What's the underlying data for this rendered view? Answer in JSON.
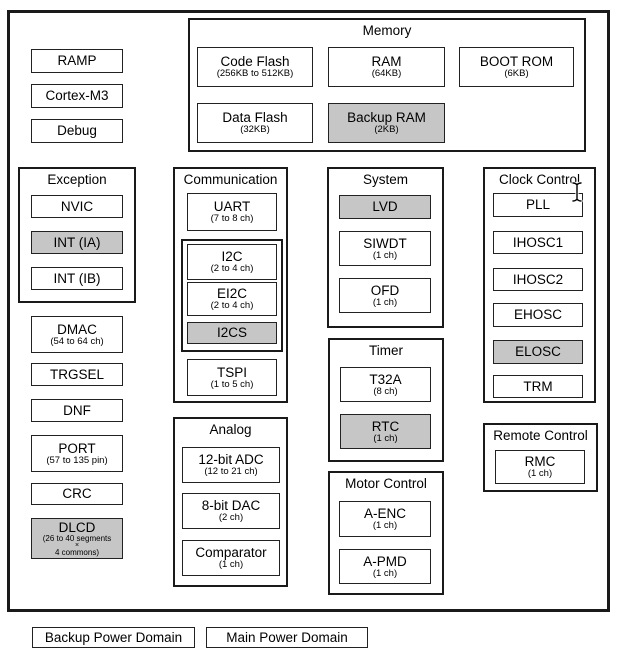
{
  "colors": {
    "backup_fill": "#c6c6c6",
    "main_fill": "#ffffff",
    "border": "#1a1a1a"
  },
  "cpu": {
    "ramp": "RAMP",
    "cortex": "Cortex-M3",
    "debug": "Debug"
  },
  "memory": {
    "title": "Memory",
    "code_flash": {
      "label": "Code Flash",
      "sub": "(256KB to 512KB)"
    },
    "ram": {
      "label": "RAM",
      "sub": "(64KB)"
    },
    "boot_rom": {
      "label": "BOOT ROM",
      "sub": "(6KB)"
    },
    "data_flash": {
      "label": "Data Flash",
      "sub": "(32KB)"
    },
    "backup_ram": {
      "label": "Backup RAM",
      "sub": "(2KB)"
    }
  },
  "exception": {
    "title": "Exception",
    "nvic": "NVIC",
    "int_ia": "INT (IA)",
    "int_ib": "INT (IB)"
  },
  "left_blocks": {
    "dmac": {
      "label": "DMAC",
      "sub": "(54 to 64 ch)"
    },
    "trgsel": "TRGSEL",
    "dnf": "DNF",
    "port": {
      "label": "PORT",
      "sub": "(57 to 135 pin)"
    },
    "crc": "CRC",
    "dlcd": {
      "label": "DLCD",
      "sub1": "(26 to 40 segments",
      "sub2": "×",
      "sub3": "4 commons)"
    }
  },
  "communication": {
    "title": "Communication",
    "uart": {
      "label": "UART",
      "sub": "(7 to 8 ch)"
    },
    "i2c": {
      "label": "I2C",
      "sub": "(2 to 4 ch)"
    },
    "ei2c": {
      "label": "EI2C",
      "sub": "(2 to 4 ch)"
    },
    "i2cs": "I2CS",
    "tspi": {
      "label": "TSPI",
      "sub": "(1 to 5 ch)"
    }
  },
  "analog": {
    "title": "Analog",
    "adc": {
      "label": "12-bit ADC",
      "sub": "(12 to 21 ch)"
    },
    "dac": {
      "label": "8-bit DAC",
      "sub": "(2 ch)"
    },
    "comparator": {
      "label": "Comparator",
      "sub": "(1 ch)"
    }
  },
  "system": {
    "title": "System",
    "lvd": "LVD",
    "siwdt": {
      "label": "SIWDT",
      "sub": "(1 ch)"
    },
    "ofd": {
      "label": "OFD",
      "sub": "(1 ch)"
    }
  },
  "timer": {
    "title": "Timer",
    "t32a": {
      "label": "T32A",
      "sub": "(8 ch)"
    },
    "rtc": {
      "label": "RTC",
      "sub": "(1 ch)"
    }
  },
  "motor_control": {
    "title": "Motor Control",
    "a_enc": {
      "label": "A-ENC",
      "sub": "(1 ch)"
    },
    "a_pmd": {
      "label": "A-PMD",
      "sub": "(1 ch)"
    }
  },
  "clock_control": {
    "title": "Clock Control",
    "pll": "PLL",
    "ihosc1": "IHOSC1",
    "ihosc2": "IHOSC2",
    "ehosc": "EHOSC",
    "elosc": "ELOSC",
    "trm": "TRM"
  },
  "remote_control": {
    "title": "Remote Control",
    "rmc": {
      "label": "RMC",
      "sub": "(1 ch)"
    }
  },
  "legend": {
    "backup": "Backup Power Domain",
    "main": "Main Power Domain"
  }
}
